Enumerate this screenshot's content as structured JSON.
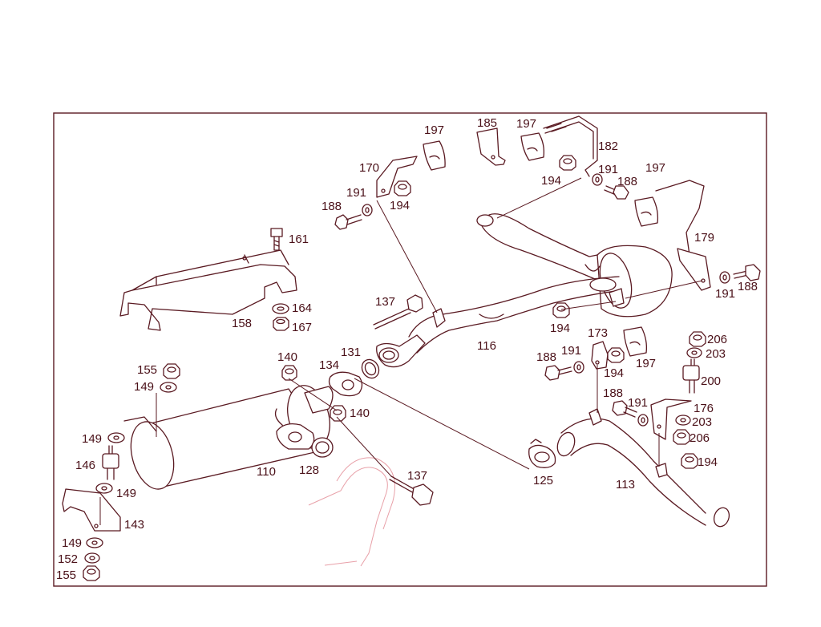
{
  "diagram": {
    "type": "exploded-parts-diagram",
    "colors": {
      "line": "#5a1a22",
      "text": "#4a1018",
      "ghost": "#e8a0a8",
      "background": "#ffffff"
    },
    "callouts": [
      {
        "id": "c197a",
        "text": "197"
      },
      {
        "id": "c185",
        "text": "185"
      },
      {
        "id": "c197b",
        "text": "197"
      },
      {
        "id": "c182",
        "text": "182"
      },
      {
        "id": "c170",
        "text": "170"
      },
      {
        "id": "c191a",
        "text": "191"
      },
      {
        "id": "c194a",
        "text": "194"
      },
      {
        "id": "c188a",
        "text": "188"
      },
      {
        "id": "c194b",
        "text": "194"
      },
      {
        "id": "c191b",
        "text": "191"
      },
      {
        "id": "c188b",
        "text": "188"
      },
      {
        "id": "c197c",
        "text": "197"
      },
      {
        "id": "c161",
        "text": "161"
      },
      {
        "id": "c179",
        "text": "179"
      },
      {
        "id": "c188c",
        "text": "188"
      },
      {
        "id": "c191c",
        "text": "191"
      },
      {
        "id": "c164",
        "text": "164"
      },
      {
        "id": "c137a",
        "text": "137"
      },
      {
        "id": "c158",
        "text": "158"
      },
      {
        "id": "c167",
        "text": "167"
      },
      {
        "id": "c194c",
        "text": "194"
      },
      {
        "id": "c173",
        "text": "173"
      },
      {
        "id": "c206a",
        "text": "206"
      },
      {
        "id": "c116",
        "text": "116"
      },
      {
        "id": "c203a",
        "text": "203"
      },
      {
        "id": "c140a",
        "text": "140"
      },
      {
        "id": "c131",
        "text": "131"
      },
      {
        "id": "c188d",
        "text": "188"
      },
      {
        "id": "c191d",
        "text": "191"
      },
      {
        "id": "c134",
        "text": "134"
      },
      {
        "id": "c197d",
        "text": "197"
      },
      {
        "id": "c194d",
        "text": "194"
      },
      {
        "id": "c200",
        "text": "200"
      },
      {
        "id": "c155a",
        "text": "155"
      },
      {
        "id": "c149a",
        "text": "149"
      },
      {
        "id": "c188e",
        "text": "188"
      },
      {
        "id": "c191e",
        "text": "191"
      },
      {
        "id": "c176",
        "text": "176"
      },
      {
        "id": "c140b",
        "text": "140"
      },
      {
        "id": "c203b",
        "text": "203"
      },
      {
        "id": "c149b",
        "text": "149"
      },
      {
        "id": "c206b",
        "text": "206"
      },
      {
        "id": "c146",
        "text": "146"
      },
      {
        "id": "c194e",
        "text": "194"
      },
      {
        "id": "c110",
        "text": "110"
      },
      {
        "id": "c128",
        "text": "128"
      },
      {
        "id": "c137b",
        "text": "137"
      },
      {
        "id": "c125",
        "text": "125"
      },
      {
        "id": "c113",
        "text": "113"
      },
      {
        "id": "c149c",
        "text": "149"
      },
      {
        "id": "c143",
        "text": "143"
      },
      {
        "id": "c149d",
        "text": "149"
      },
      {
        "id": "c152",
        "text": "152"
      },
      {
        "id": "c155b",
        "text": "155"
      }
    ]
  }
}
